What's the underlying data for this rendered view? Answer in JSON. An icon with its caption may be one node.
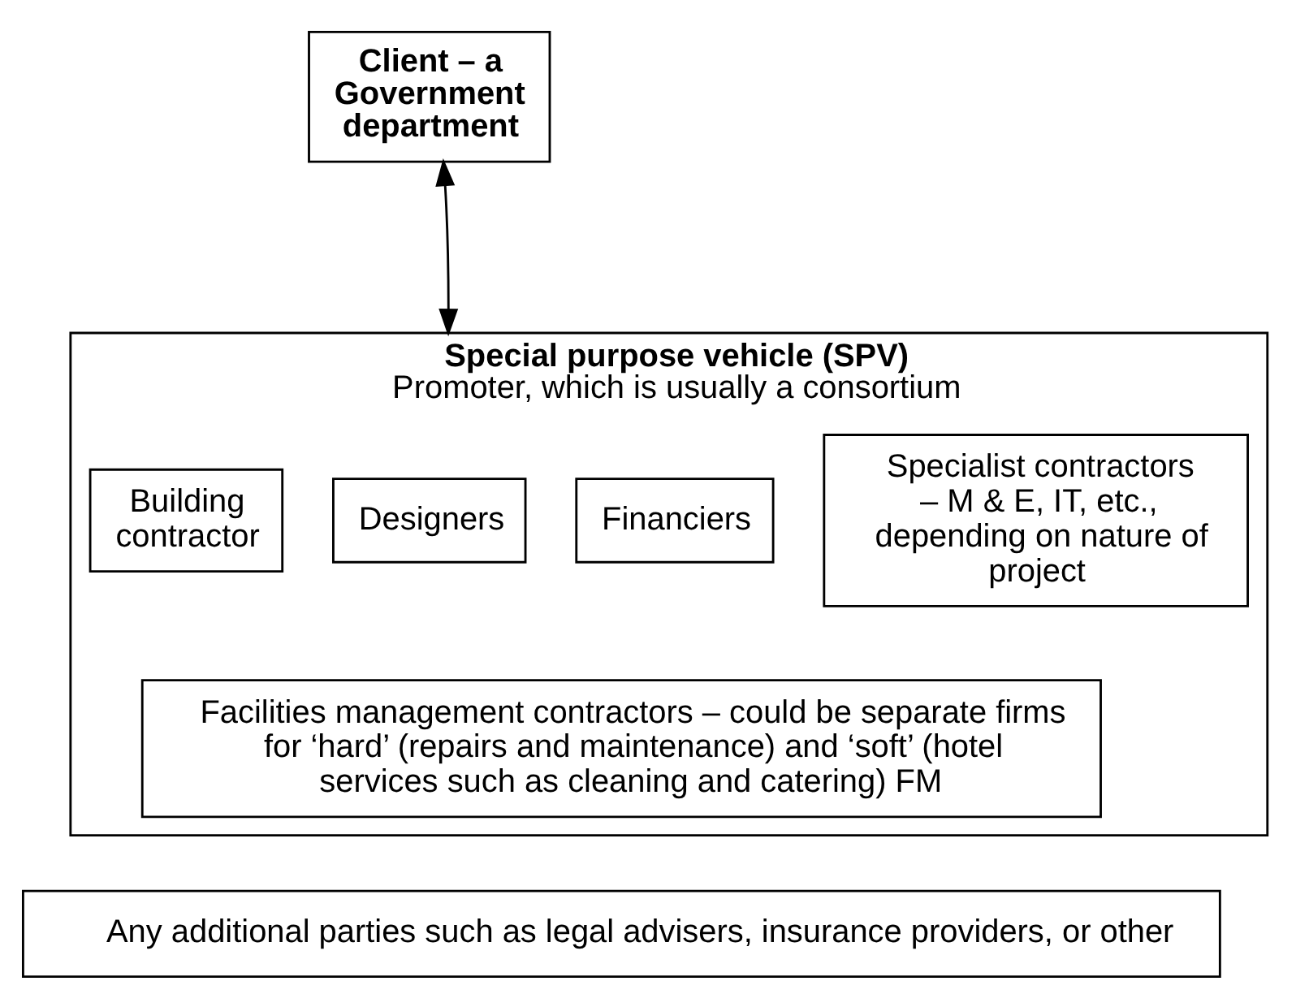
{
  "diagram": {
    "nodes": [
      {
        "text": [
          "Client – a Government department"
        ]
      },
      {
        "text": [
          "Special purpose vehicle (SPV)",
          "Promoter, which is usually a consortium"
        ]
      },
      {
        "text": [
          "Building contractor"
        ],
        "in": 1
      },
      {
        "text": [
          "Designers"
        ],
        "in": 1
      },
      {
        "text": [
          "Financiers"
        ],
        "in": 1
      },
      {
        "text": [
          "Specialist contractors – M & E, IT, etc., depending on nature of project"
        ],
        "in": 1
      },
      {
        "text": [
          "Facilities management contractors – could be separate firms for ‘hard’ (repairs and maintenance) and ‘soft’ (hotel services such as cleaning and catering) FM"
        ],
        "in": 1
      },
      {
        "text": [
          "Any additional parties such as legal advisers, insurance providers, or other"
        ]
      }
    ],
    "edges": [
      {
        "from": 0,
        "to": 1,
        "arrow": "both"
      }
    ]
  }
}
